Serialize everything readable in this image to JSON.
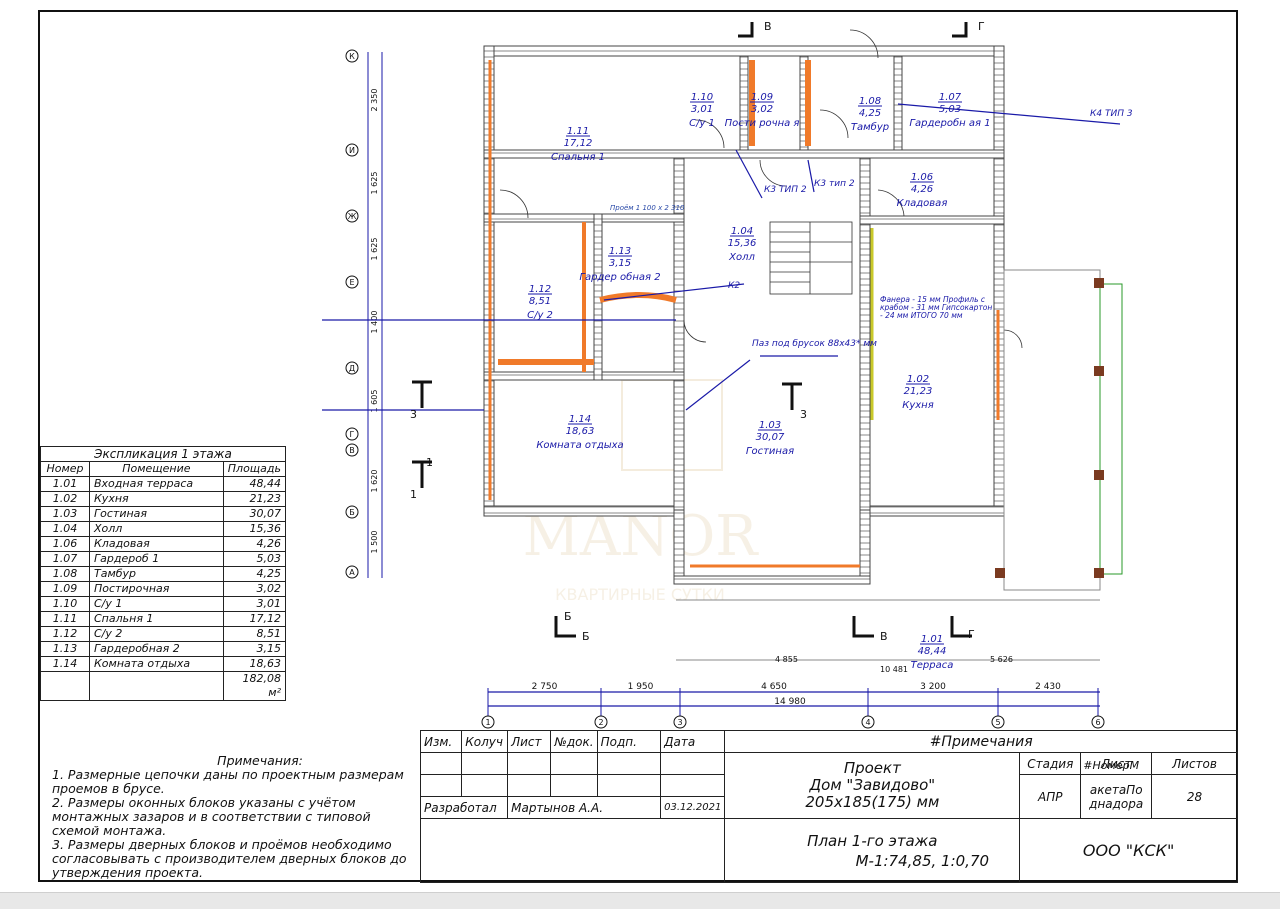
{
  "explication": {
    "title": "Экспликация 1 этажа",
    "headers": [
      "Номер",
      "Помещение",
      "Площадь"
    ],
    "rows": [
      [
        "1.01",
        "Входная терраса",
        "48,44"
      ],
      [
        "1.02",
        "Кухня",
        "21,23"
      ],
      [
        "1.03",
        "Гостиная",
        "30,07"
      ],
      [
        "1.04",
        "Холл",
        "15,36"
      ],
      [
        "1.06",
        "Кладовая",
        "4,26"
      ],
      [
        "1.07",
        "Гардероб 1",
        "5,03"
      ],
      [
        "1.08",
        "Тамбур",
        "4,25"
      ],
      [
        "1.09",
        "Постирочная",
        "3,02"
      ],
      [
        "1.10",
        "С/у 1",
        "3,01"
      ],
      [
        "1.11",
        "Спальня 1",
        "17,12"
      ],
      [
        "1.12",
        "С/у 2",
        "8,51"
      ],
      [
        "1.13",
        "Гардеробная 2",
        "3,15"
      ],
      [
        "1.14",
        "Комната отдыха",
        "18,63"
      ]
    ],
    "total": "182,08 м²"
  },
  "notes": {
    "title": "Примечания:",
    "items": [
      "1. Размерные цепочки даны по проектным размерам проемов в брусе.",
      "2. Размеры оконных блоков указаны с учётом монтажных зазаров и в соответствии с типовой схемой монтажа.",
      "3. Размеры дверных блоков и проёмов необходимо согласовывать с производителем дверных блоков до утверждения проекта."
    ]
  },
  "title_block": {
    "col_headers": [
      "Изм.",
      "Колуч",
      "Лист",
      "№док.",
      "Подп.",
      "Дата"
    ],
    "notes_header": "#Примечания",
    "developer_label": "Разработал",
    "developer_name": "Мартынов А.А.",
    "date": "03.12.2021",
    "project_line1": "Проект",
    "project_line2": "Дом \"Завидово\"",
    "project_line3": "205x185(175) мм",
    "sheet_title": "План 1-го этажа",
    "scale": "М-1:74,85, 1:0,70",
    "stage_label": "Стадия",
    "stage_value": "АПР",
    "sheet_label": "Лист",
    "sheet_overlay": "#НомерМ",
    "sheet_value_1": "акетаПо",
    "sheet_value_2": "днадора",
    "sheets_label": "Листов",
    "sheets_value": "28",
    "company": "ООО \"КСК\""
  },
  "rooms": [
    {
      "id": "r111",
      "num": "1.11",
      "area": "17,12",
      "name": "Спальня 1"
    },
    {
      "id": "r110",
      "num": "1.10",
      "area": "3,01",
      "name": "С/у 1"
    },
    {
      "id": "r109",
      "num": "1.09",
      "area": "3,02",
      "name": "Пости рочна я"
    },
    {
      "id": "r108",
      "num": "1.08",
      "area": "4,25",
      "name": "Тамбур"
    },
    {
      "id": "r107",
      "num": "1.07",
      "area": "5,03",
      "name": "Гардеробн ая 1"
    },
    {
      "id": "r106",
      "num": "1.06",
      "area": "4,26",
      "name": "Кладовая"
    },
    {
      "id": "r104",
      "num": "1.04",
      "area": "15,36",
      "name": "Холл"
    },
    {
      "id": "r113",
      "num": "1.13",
      "area": "3,15",
      "name": "Гардер обная 2"
    },
    {
      "id": "r112",
      "num": "1.12",
      "area": "8,51",
      "name": "С/у 2"
    },
    {
      "id": "r102",
      "num": "1.02",
      "area": "21,23",
      "name": "Кухня"
    },
    {
      "id": "r114",
      "num": "1.14",
      "area": "18,63",
      "name": "Комната отдыха"
    },
    {
      "id": "r103",
      "num": "1.03",
      "area": "30,07",
      "name": "Гостиная"
    },
    {
      "id": "r101",
      "num": "1.01",
      "area": "48,44",
      "name": "Терраса"
    }
  ],
  "row_axes": [
    "К",
    "И",
    "Ж",
    "Е",
    "Д",
    "Г",
    "В",
    "Б",
    "А"
  ],
  "col_axes": [
    "1",
    "2",
    "3",
    "4",
    "5",
    "6"
  ],
  "row_dims": [
    "2 350",
    "1 625",
    "1 625",
    "1 400",
    "1 605",
    "1 620",
    "1 500"
  ],
  "col_dims": [
    "2 750",
    "1 950",
    "4 650",
    "3 200",
    "2 430"
  ],
  "total_dim": "14 980",
  "annotations": {
    "k2": "К2",
    "k3a": "К3 ТИП 2",
    "k3b": "К3 тип 2",
    "k4": "К4 ТИП 3",
    "beam": "Паз под брусок 88х43* мм",
    "wall": "Фанера - 15 мм Профиль с крабом - 31 мм Гипсокартон - 24 мм ИТОГО 70 мм",
    "opening": "Проём 1 100 х 2 310",
    "dim_bottom_total": "10 481",
    "dim_4855": "4 855",
    "dim_5626": "5 626"
  },
  "sections": [
    "В",
    "Г",
    "Б",
    "Б",
    "В",
    "Г",
    "1",
    "1",
    "3",
    "3"
  ],
  "watermark": {
    "brand": "MANOR",
    "sub": "КВАРТИРНЫЕ СУТКИ"
  },
  "colors": {
    "line": "#1a1aa8",
    "wall": "#555555",
    "orange": "#f07a2a",
    "frame": "#111111"
  }
}
